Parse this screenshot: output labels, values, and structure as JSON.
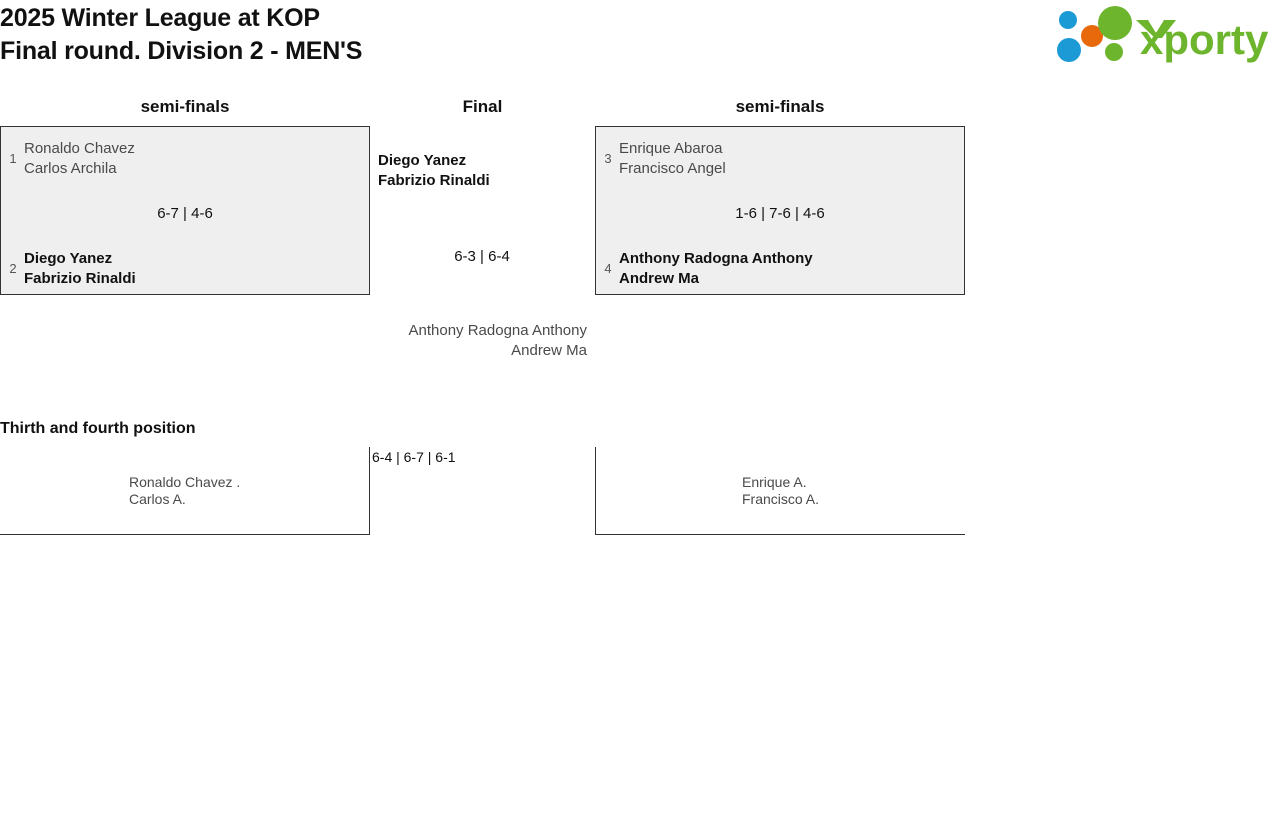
{
  "header": {
    "title_line1": "2025 Winter League at KOP",
    "title_line2": "Final round. Division 2 - MEN'S",
    "logo_text": "xporty",
    "logo_colors": {
      "green": "#6cb52d",
      "orange": "#e8690b",
      "blue": "#1c9ad6"
    }
  },
  "columns": {
    "left_label": "semi-finals",
    "final_label": "Final",
    "right_label": "semi-finals"
  },
  "bracket": {
    "semifinal_left": {
      "top": {
        "seed": "1",
        "player1": "Ronaldo Chavez",
        "player2": "Carlos Archila",
        "winner": false
      },
      "bottom": {
        "seed": "2",
        "player1": "Diego Yanez",
        "player2": "Fabrizio Rinaldi",
        "winner": true
      },
      "score": "6-7 | 4-6"
    },
    "semifinal_right": {
      "top": {
        "seed": "3",
        "player1": "Enrique Abaroa",
        "player2": "Francisco Angel",
        "winner": false
      },
      "bottom": {
        "seed": "4",
        "player1": "Anthony Radogna Anthony",
        "player2": "Andrew Ma",
        "winner": true
      },
      "score": "1-6 | 7-6 | 4-6"
    },
    "final": {
      "winner": {
        "player1": "Diego Yanez",
        "player2": "Fabrizio Rinaldi"
      },
      "loser": {
        "player1": "Anthony Radogna Anthony",
        "player2": "Andrew Ma"
      },
      "score": "6-3 | 6-4"
    }
  },
  "third_place": {
    "title": "Thirth and fourth position",
    "left_team": {
      "player1": "Ronaldo Chavez .",
      "player2": "Carlos A."
    },
    "right_team": {
      "player1": "Enrique A.",
      "player2": "Francisco A."
    },
    "score": "6-4 | 6-7 | 6-1"
  },
  "style": {
    "box_fill": "#efefef",
    "box_border": "#333333",
    "winner_color": "#111111",
    "loser_color": "#4a4a4a"
  }
}
